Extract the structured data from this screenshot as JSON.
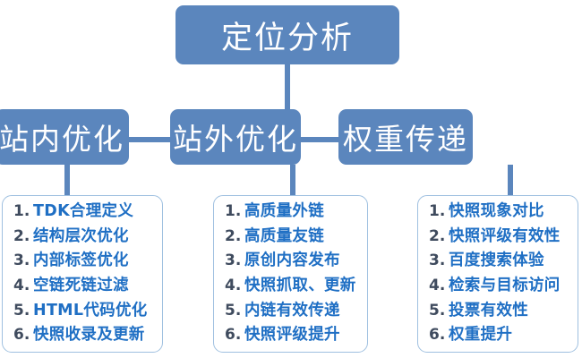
{
  "diagram": {
    "title": "定位分析",
    "type": "hierarchy-tree",
    "colors": {
      "node_fill": "#5b86bd",
      "node_text": "#ffffff",
      "connector": "#5b86bd",
      "panel_border": "#9fc0e0",
      "panel_background": "#ffffff",
      "list_number": "#3f4b5e",
      "list_text": "#1f6fc4"
    },
    "root": {
      "label": "定位分析"
    },
    "branches": [
      {
        "label": "站内优化",
        "items": [
          {
            "num": "1.",
            "text": "TDK合理定义"
          },
          {
            "num": "2.",
            "text": "结构层次优化"
          },
          {
            "num": "3.",
            "text": "内部标签优化"
          },
          {
            "num": "4.",
            "text": "空链死链过滤"
          },
          {
            "num": "5.",
            "text": "HTML代码优化"
          },
          {
            "num": "6.",
            "text": "快照收录及更新"
          }
        ]
      },
      {
        "label": "站外优化",
        "items": [
          {
            "num": "1.",
            "text": "高质量外链"
          },
          {
            "num": "2.",
            "text": "高质量友链"
          },
          {
            "num": "3.",
            "text": "原创内容发布"
          },
          {
            "num": "4.",
            "text": "快照抓取、更新"
          },
          {
            "num": "5.",
            "text": "内链有效传递"
          },
          {
            "num": "6.",
            "text": "快照评级提升"
          }
        ]
      },
      {
        "label": "权重传递",
        "items": [
          {
            "num": "1.",
            "text": "快照现象对比"
          },
          {
            "num": "2.",
            "text": "快照评级有效性"
          },
          {
            "num": "3.",
            "text": "百度搜索体验"
          },
          {
            "num": "4.",
            "text": "检索与目标访问"
          },
          {
            "num": "5.",
            "text": "投票有效性"
          },
          {
            "num": "6.",
            "text": "权重提升"
          }
        ]
      }
    ]
  }
}
